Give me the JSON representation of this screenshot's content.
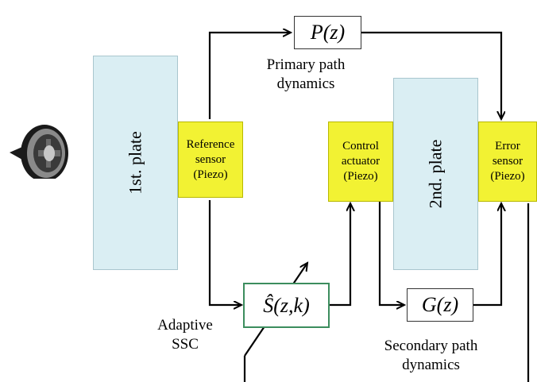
{
  "blocks": {
    "plate1": "1st. plate",
    "plate2": "2nd. plate",
    "reference_sensor": "Reference\nsensor\n(Piezo)",
    "control_actuator": "Control\nactuator\n(Piezo)",
    "error_sensor": "Error\nsensor\n(Piezo)",
    "primary_tf": "P(z)",
    "adaptive_tf": "Ŝ(z,k)",
    "secondary_tf": "G(z)"
  },
  "labels": {
    "primary_path": "Primary path\ndynamics",
    "adaptive_ssc": "Adaptive\nSSC",
    "secondary_path": "Secondary path\ndynamics"
  },
  "colors": {
    "plate_fill": "#daeef3",
    "sensor_fill": "#f2f233",
    "adaptive_border": "#3c8d5e"
  },
  "icons": {
    "source": "speaker-icon"
  }
}
